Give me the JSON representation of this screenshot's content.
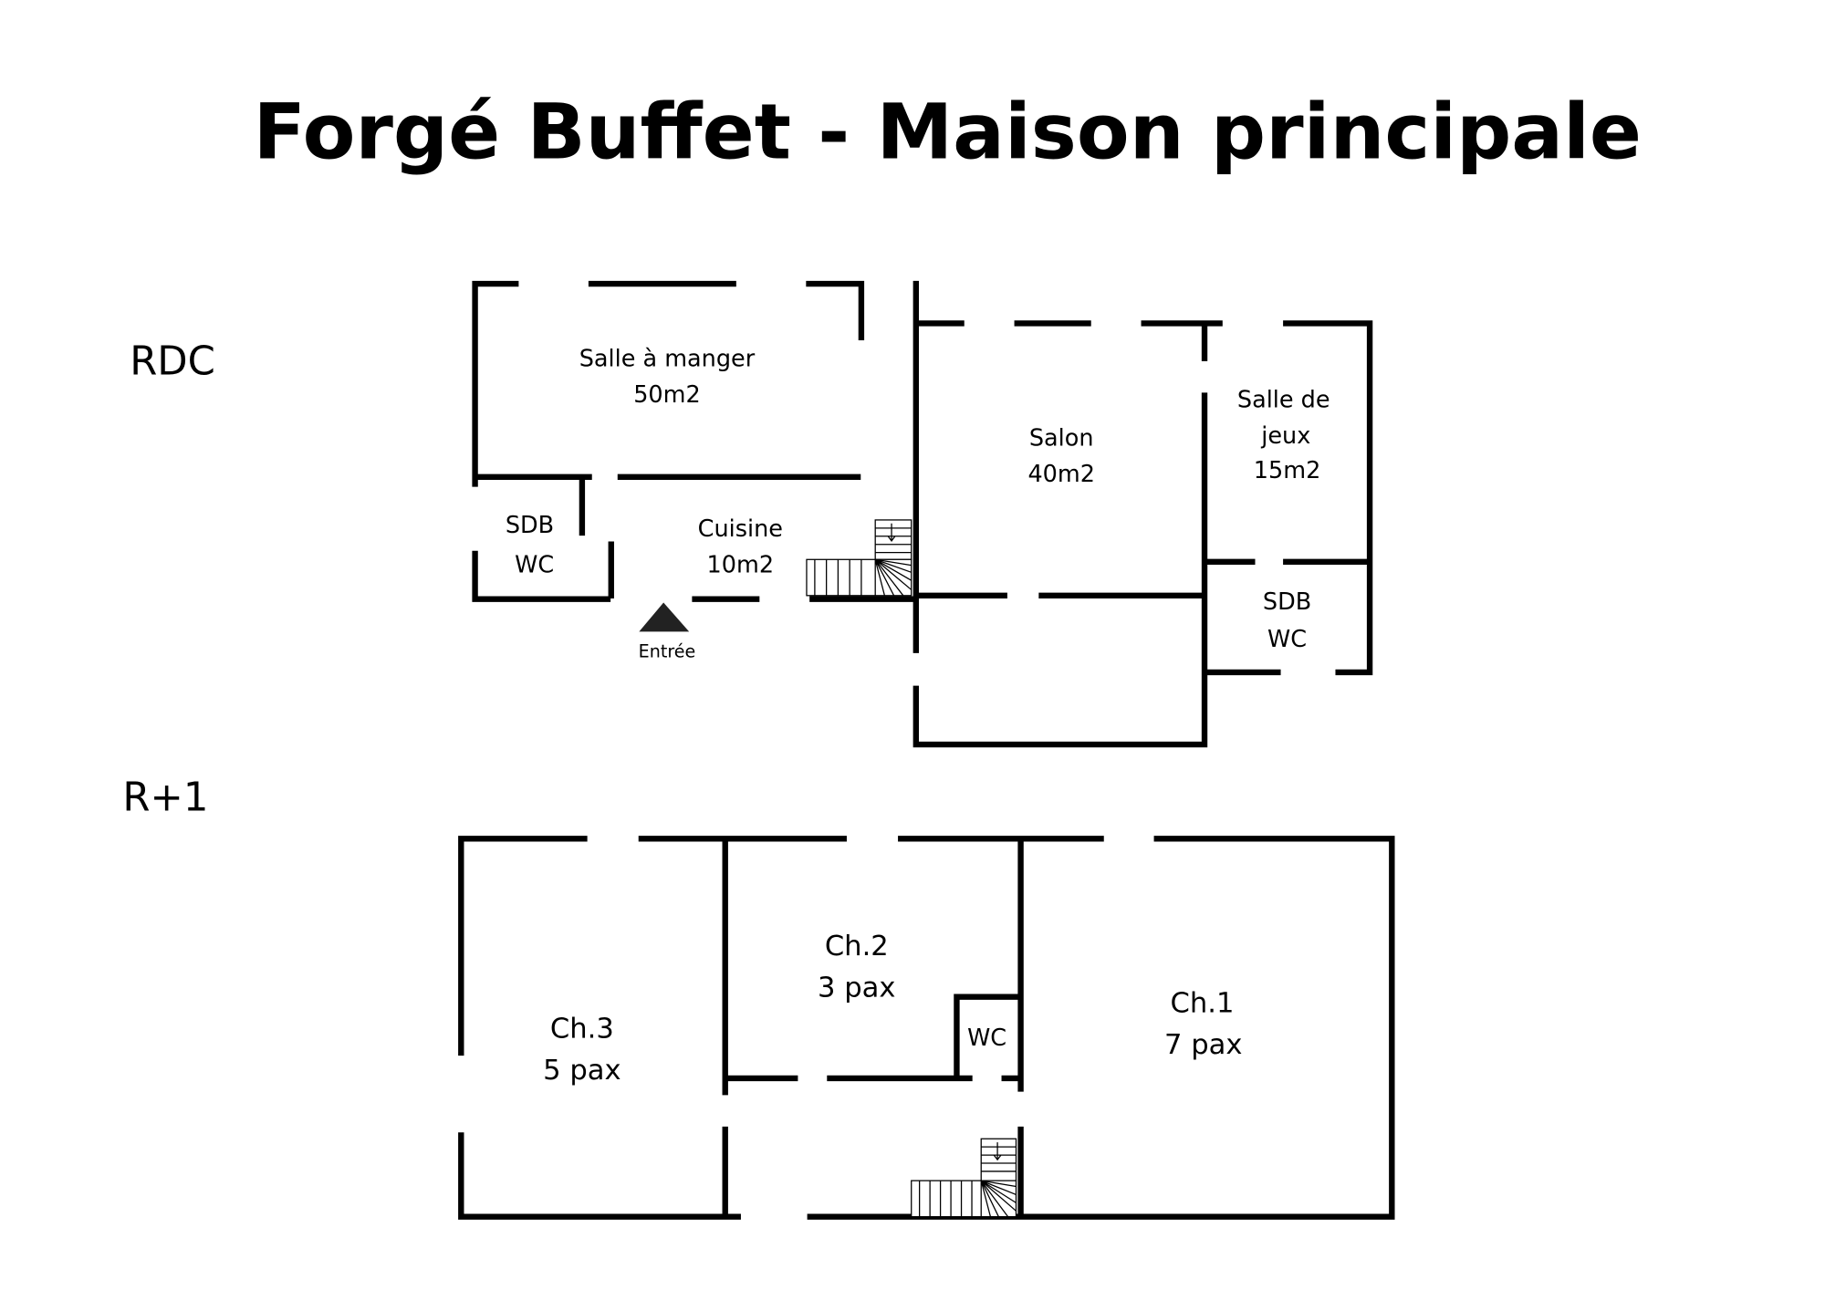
{
  "title": "Forgé Buffet - Maison principale",
  "levels": {
    "ground": "RDC",
    "first": "R+1"
  },
  "rooms": {
    "salle_a_manger": {
      "name": "Salle à manger",
      "area": "50m2"
    },
    "sdb_wc_1": {
      "name": "SDB",
      "sub": "WC"
    },
    "cuisine": {
      "name": "Cuisine",
      "area": "10m2"
    },
    "salon": {
      "name": "Salon",
      "area": "40m2"
    },
    "salle_de_jeux": {
      "name1": "Salle de",
      "name2": "jeux",
      "area": "15m2"
    },
    "sdb_wc_2": {
      "name": "SDB",
      "sub": "WC"
    },
    "ch3": {
      "name": "Ch.3",
      "pax": "5 pax"
    },
    "ch2": {
      "name": "Ch.2",
      "pax": "3 pax"
    },
    "wc": {
      "name": "WC"
    },
    "ch1": {
      "name": "Ch.1",
      "pax": "7 pax"
    }
  },
  "entrance": "Entrée"
}
